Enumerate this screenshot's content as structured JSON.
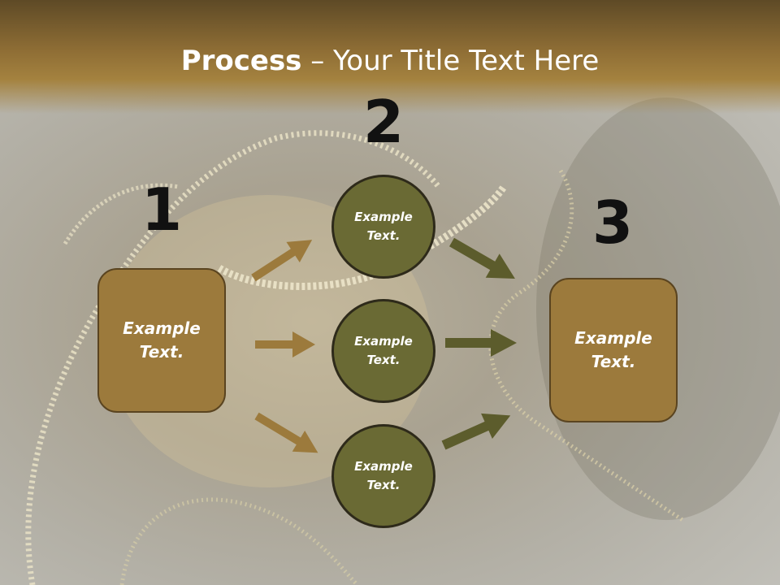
{
  "title": {
    "bold": "Process",
    "rest": " – Your Title Text Here"
  },
  "steps": [
    {
      "number": "1",
      "label": "Example Text."
    },
    {
      "number": "2",
      "label": ""
    },
    {
      "number": "3",
      "label": "Example Text."
    }
  ],
  "circles": [
    {
      "label": "Example Text."
    },
    {
      "label": "Example Text."
    },
    {
      "label": "Example Text."
    }
  ],
  "colors": {
    "header_brown": "#8f6e35",
    "box_fill": "#9c7a3c",
    "circle_fill": "#6a6a34",
    "arrow_left": "#9c7a3c",
    "arrow_right": "#5c5c2c"
  }
}
